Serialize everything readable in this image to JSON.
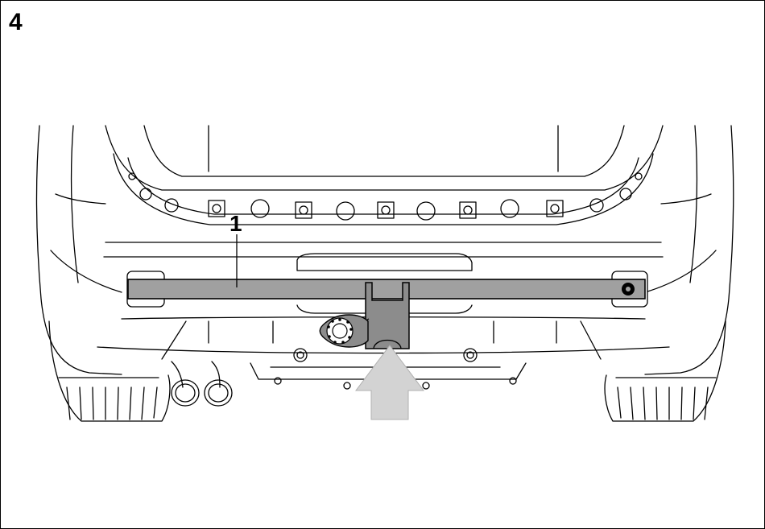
{
  "figure": {
    "step_number": "4",
    "callouts": [
      {
        "id": "1",
        "label": "1"
      }
    ]
  },
  "colors": {
    "line": "#000000",
    "crossbar": "#a0a0a0",
    "bracket": "#8c8c8c",
    "arrow": "#d3d3d3",
    "background": "#ffffff"
  },
  "icons": [
    "up-arrow-icon"
  ]
}
